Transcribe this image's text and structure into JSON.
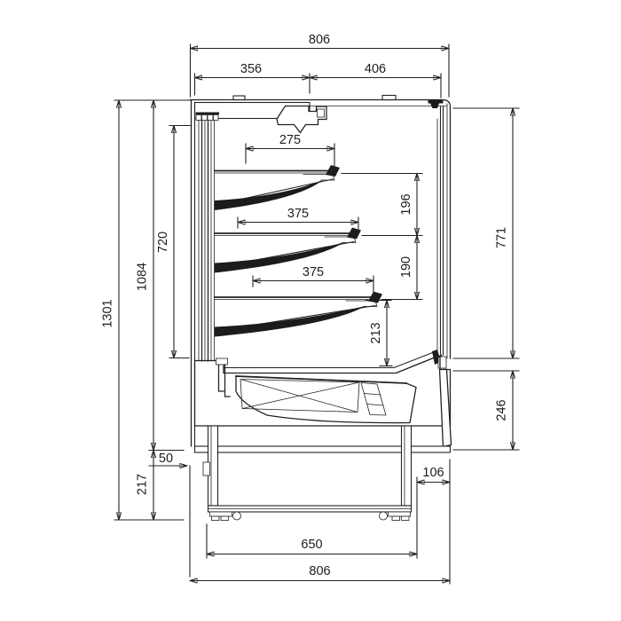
{
  "drawing": {
    "kind": "technical-cross-section",
    "subject": "refrigerated multideck display case side section with shelves, glass front, base tray and stand",
    "colors": {
      "background": "#ffffff",
      "line": "#1c1c1c",
      "interior_gradient_top": "#eef9fc",
      "interior_gradient_mid": "#a9e0f1",
      "interior_gradient_bottom": "#4dc0e0",
      "deck_strip": "#18a7d2"
    }
  },
  "dims": {
    "top_width_overall": "806",
    "top_width_rear": "356",
    "top_width_front": "406",
    "shelf_top_depth": "275",
    "shelf_mid_depth": "375",
    "shelf_low_depth": "375",
    "spacing_shelf_top_mid": "196",
    "spacing_shelf_mid_low": "190",
    "spacing_shelf_low_deck": "213",
    "rear_duct_height": "720",
    "case_height": "1084",
    "overall_height": "1301",
    "glass_front_height": "771",
    "front_panel_height": "246",
    "base_frame_height": "50",
    "stand_height": "217",
    "foot_front_inset": "106",
    "foot_span": "650",
    "bottom_width_overall": "806"
  }
}
